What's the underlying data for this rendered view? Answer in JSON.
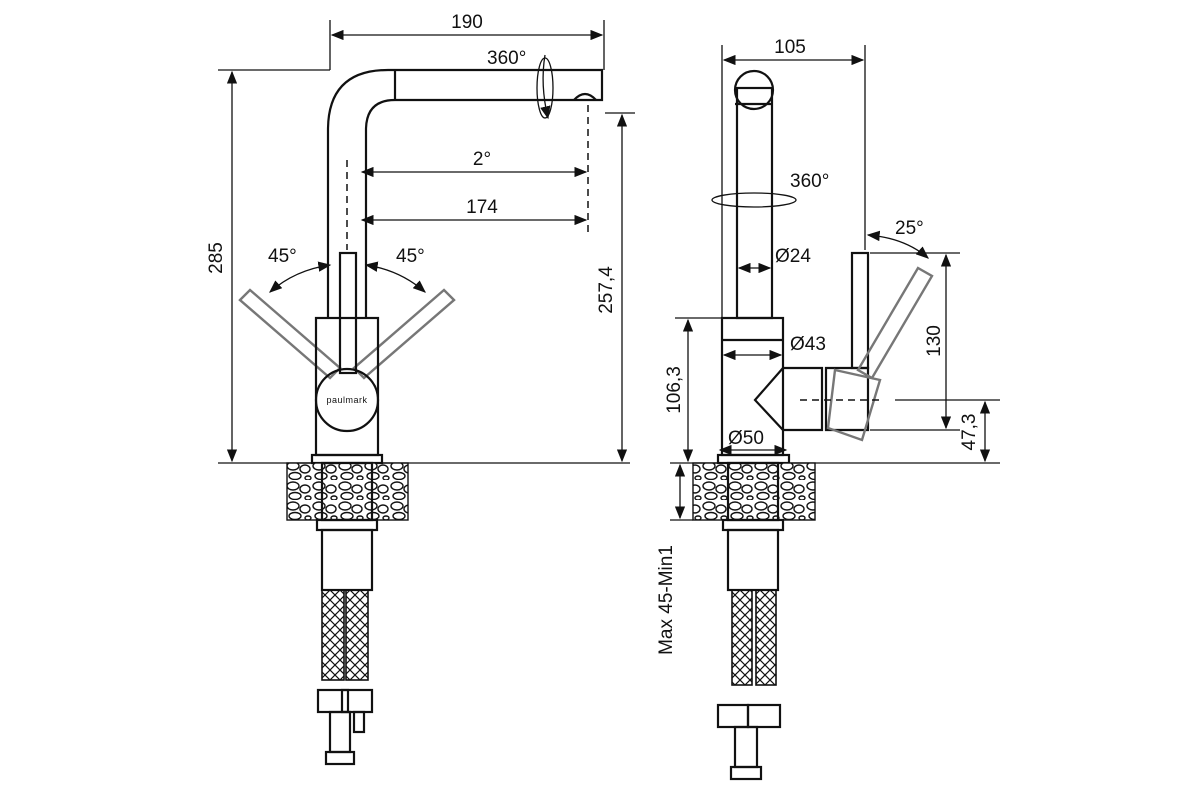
{
  "front_view": {
    "width_total": "190",
    "rotation": "360°",
    "spout_angle": "2°",
    "spout_reach": "174",
    "height_total": "285",
    "handle_angle_left": "45°",
    "handle_angle_right": "45°",
    "spout_height": "257,4",
    "brand_logo": "paulmark"
  },
  "side_view": {
    "depth_total": "105",
    "rotation": "360°",
    "stem_diameter": "Ø24",
    "handle_angle": "25°",
    "body_diameter": "Ø43",
    "handle_height": "130",
    "body_height": "106,3",
    "base_diameter": "Ø50",
    "lever_axis_height": "47,3",
    "mount_thickness": "Max 45-Min1"
  }
}
